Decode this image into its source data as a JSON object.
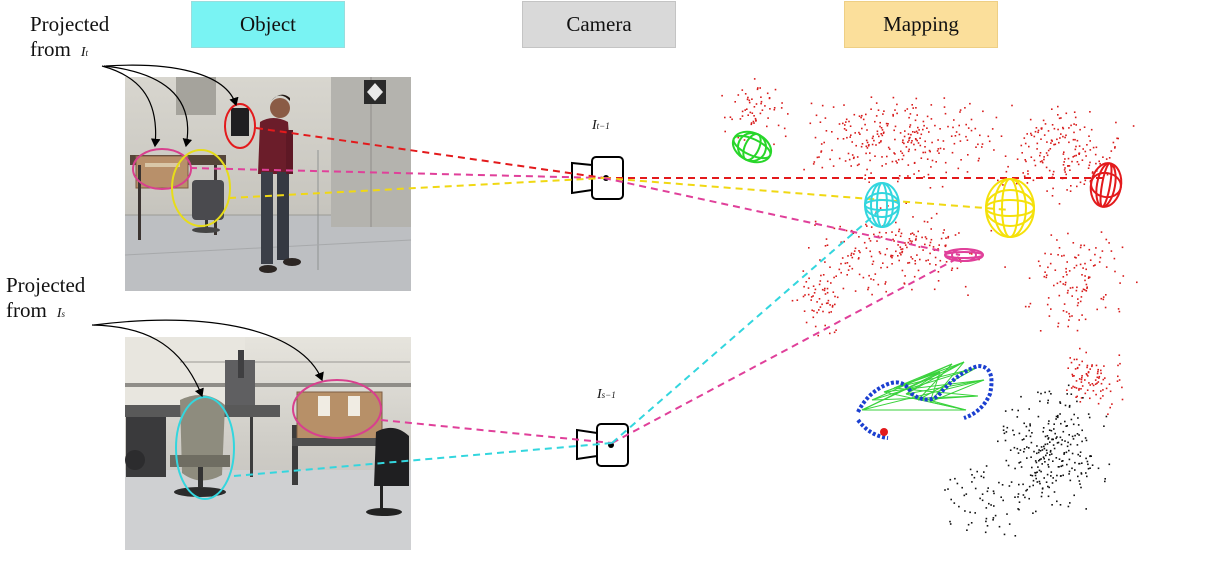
{
  "headers": {
    "object": "Object",
    "camera": "Camera",
    "mapping": "Mapping"
  },
  "captions": [
    {
      "line1": "Projected",
      "line2": "from",
      "symbol": "I",
      "subscript": "t"
    },
    {
      "line1": "Projected",
      "line2": "from",
      "symbol": "I",
      "subscript": "s"
    }
  ],
  "cameras": [
    {
      "symbol": "I",
      "subscript": "t−1"
    },
    {
      "symbol": "I",
      "subscript": "s−1"
    }
  ],
  "colors": {
    "red": "#e31a1c",
    "magenta": "#e0409a",
    "yellow": "#f5e10a",
    "cyan": "#33d6de",
    "green": "#28d62a",
    "header_object": "#79f3f3",
    "header_camera": "#d9d9d9",
    "header_mapping": "#fbdf9b"
  }
}
